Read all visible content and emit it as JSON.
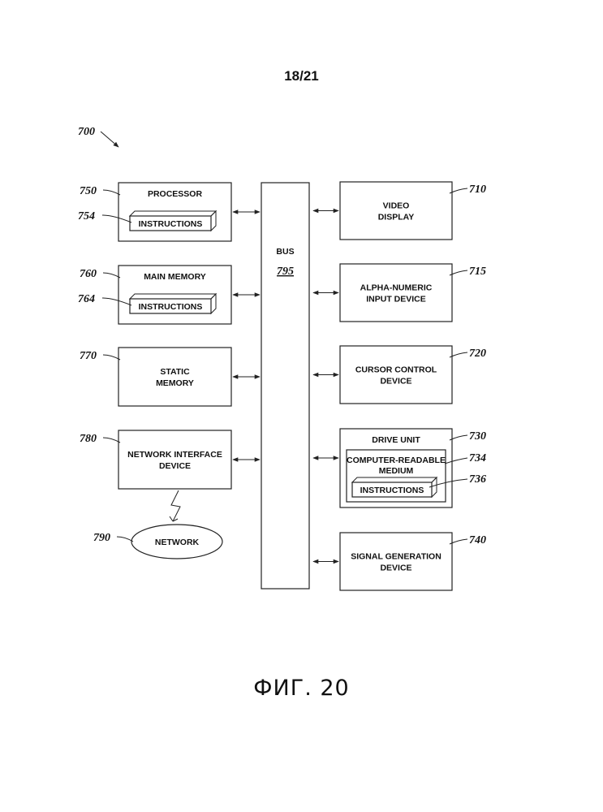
{
  "page_number": "18/21",
  "figure_caption": "ФИГ. 20",
  "system": {
    "ref": "700"
  },
  "bus": {
    "label": "BUS",
    "ref": "795"
  },
  "left_blocks": [
    {
      "id": "processor",
      "ref": "750",
      "label": [
        "PROCESSOR"
      ],
      "inner": {
        "ref": "754",
        "label": "INSTRUCTIONS"
      }
    },
    {
      "id": "main-memory",
      "ref": "760",
      "label": [
        "MAIN MEMORY"
      ],
      "inner": {
        "ref": "764",
        "label": "INSTRUCTIONS"
      }
    },
    {
      "id": "static-memory",
      "ref": "770",
      "label": [
        "STATIC",
        "MEMORY"
      ]
    },
    {
      "id": "network-interface-device",
      "ref": "780",
      "label": [
        "NETWORK INTERFACE",
        "DEVICE"
      ]
    }
  ],
  "right_blocks": [
    {
      "id": "video-display",
      "ref": "710",
      "label": [
        "VIDEO",
        "DISPLAY"
      ]
    },
    {
      "id": "alpha-numeric-input-device",
      "ref": "715",
      "label": [
        "ALPHA-NUMERIC",
        "INPUT DEVICE"
      ]
    },
    {
      "id": "cursor-control-device",
      "ref": "720",
      "label": [
        "CURSOR CONTROL",
        "DEVICE"
      ]
    },
    {
      "id": "drive-unit",
      "ref": "730",
      "label": [
        "DRIVE UNIT"
      ],
      "medium": {
        "ref": "734",
        "label": [
          "COMPUTER-READABLE",
          "MEDIUM"
        ]
      },
      "inner": {
        "ref": "736",
        "label": "INSTRUCTIONS"
      }
    },
    {
      "id": "signal-generation-device",
      "ref": "740",
      "label": [
        "SIGNAL GENERATION",
        "DEVICE"
      ]
    }
  ],
  "network": {
    "ref": "790",
    "label": "NETWORK"
  }
}
